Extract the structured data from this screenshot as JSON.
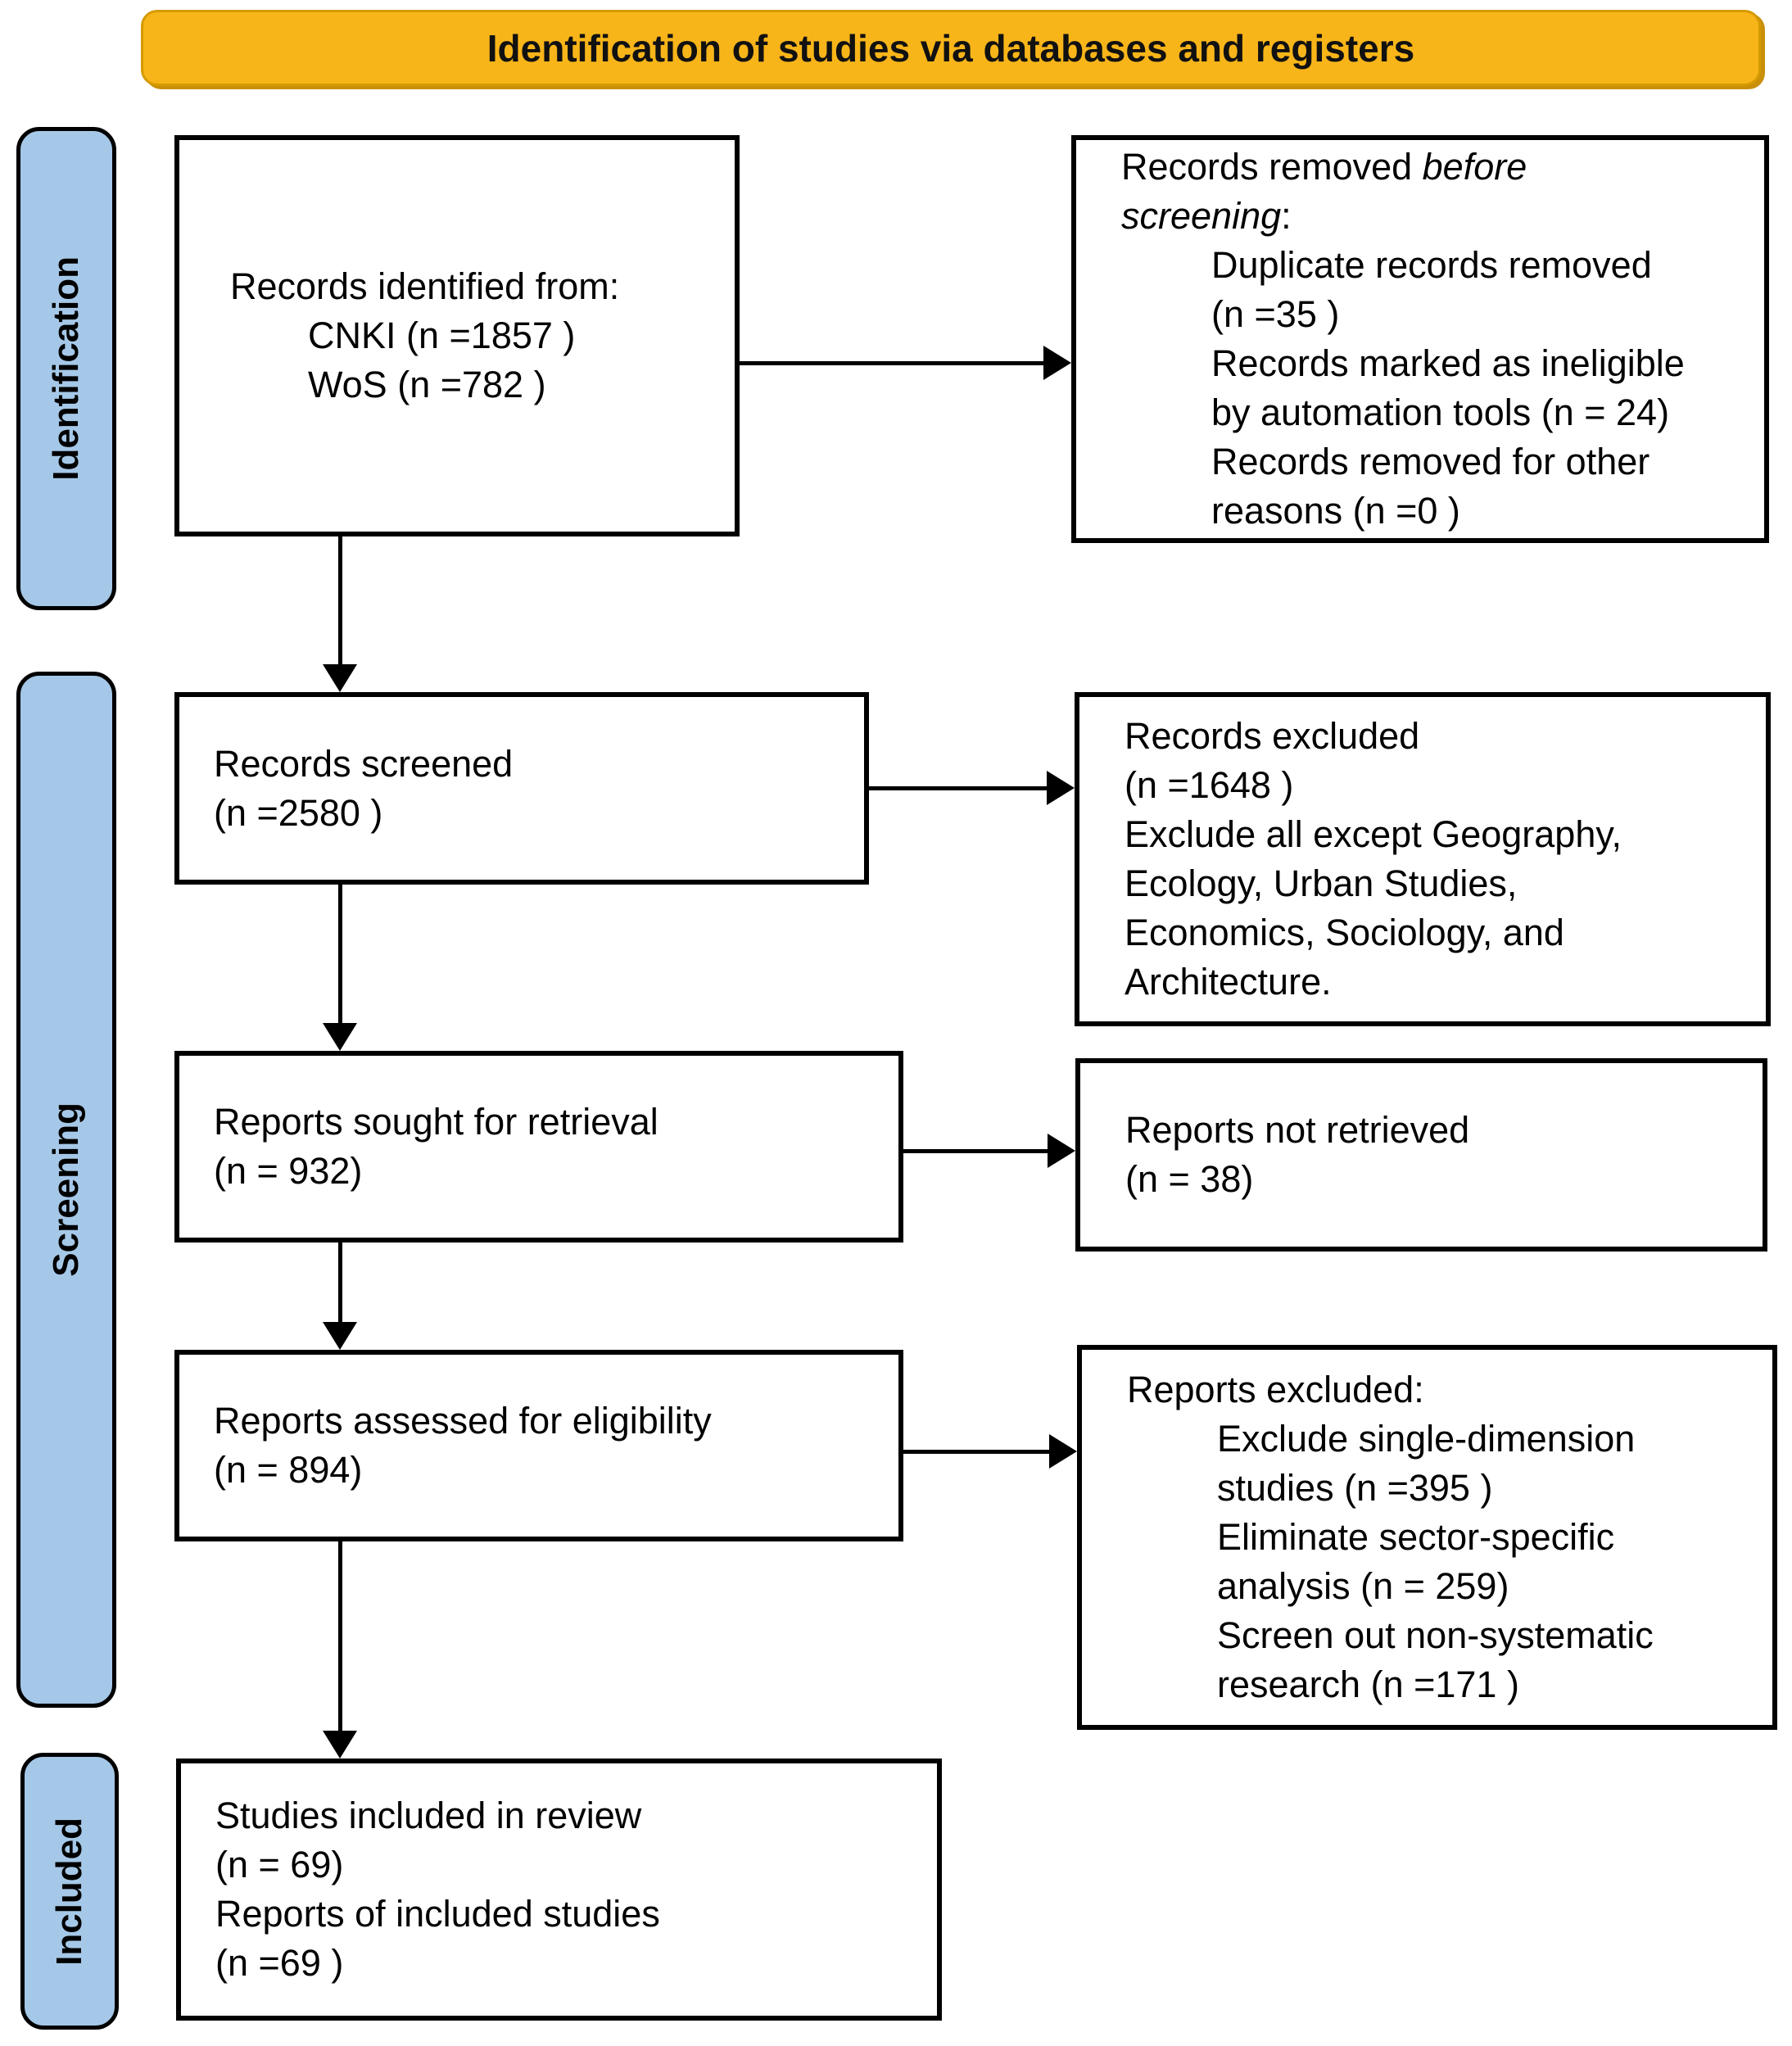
{
  "banner": {
    "title": "Identification of studies via databases and registers"
  },
  "sidebar": {
    "identification": "Identification",
    "screening": "Screening",
    "included": "Included"
  },
  "colors": {
    "banner_bg": "#f8b519",
    "banner_border": "#d59a00",
    "label_bg": "#a6c8e8",
    "box_border": "#000000",
    "arrow": "#000000"
  },
  "boxes": {
    "records_identified": {
      "title": "Records identified from:",
      "items": "CNKI (n =1857 )\nWoS (n =782 )"
    },
    "records_removed": {
      "intro_normal": "Records removed ",
      "intro_italic": "before screening",
      "intro_colon": ":",
      "items": "Duplicate records removed\n(n =35 )\nRecords marked as ineligible\nby automation tools (n = 24)\nRecords removed for other\nreasons (n =0 )"
    },
    "records_screened": {
      "text": "Records screened\n(n =2580 )"
    },
    "records_excluded": {
      "text": "Records excluded\n(n =1648 )\nExclude all except Geography,\nEcology, Urban Studies,\nEconomics, Sociology, and\nArchitecture."
    },
    "reports_sought": {
      "text": "Reports sought for retrieval\n(n = 932)"
    },
    "reports_not_retrieved": {
      "text": "Reports not retrieved\n(n = 38)"
    },
    "reports_assessed": {
      "text": "Reports assessed for eligibility\n(n = 894)"
    },
    "reports_excluded": {
      "title": "Reports excluded:",
      "items": "Exclude single-dimension\nstudies (n =395 )\nEliminate sector-specific\nanalysis (n = 259)\nScreen out non-systematic\nresearch (n =171 )"
    },
    "studies_included": {
      "text": "Studies included in review\n(n = 69)\nReports of included studies\n(n =69 )"
    }
  }
}
